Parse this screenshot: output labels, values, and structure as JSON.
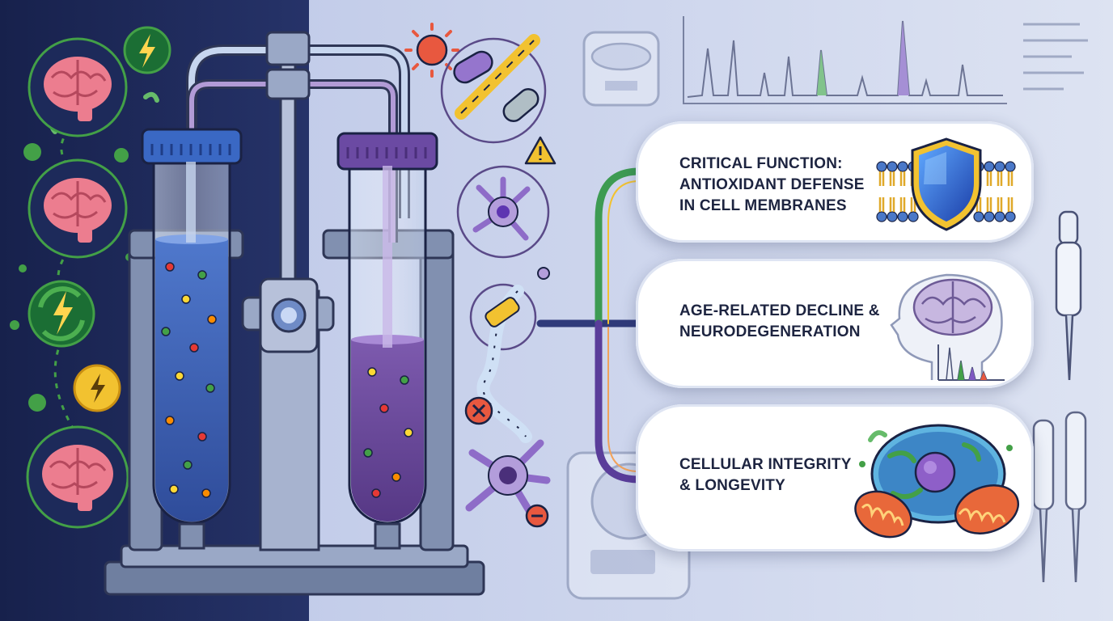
{
  "cards": [
    {
      "lines": [
        "CRITICAL FUNCTION:",
        "ANTIOXIDANT DEFENSE",
        "IN CELL MEMBRANES"
      ]
    },
    {
      "lines": [
        "AGE-RELATED DECLINE &",
        "NEURODEGENERATION"
      ]
    },
    {
      "lines": [
        "CELLULAR INTEGRITY",
        "& LONGEVITY"
      ]
    }
  ],
  "colors": {
    "left_panel": "#1f2a5c",
    "background": "#c9d3ec",
    "green_accent": "#4caf50",
    "purple_accent": "#7e57c2",
    "navy_arrow": "#2f3a7a",
    "blue_liquid": "#3f63b8",
    "purple_liquid": "#6c4a9e"
  },
  "icons": [
    "brain-icon",
    "lightning-icon",
    "recycle-lightning-icon",
    "battery-icon",
    "test-tube-icon",
    "valve-icon",
    "bacteria-icon",
    "virus-icon",
    "warning-icon",
    "neuron-icon",
    "myelin-icon",
    "error-icon",
    "minus-icon",
    "centrifuge-icon",
    "pipette-icon",
    "shield-icon",
    "membrane-icon",
    "head-brain-icon",
    "cell-icon",
    "mitochondria-icon",
    "chromatogram-icon"
  ]
}
